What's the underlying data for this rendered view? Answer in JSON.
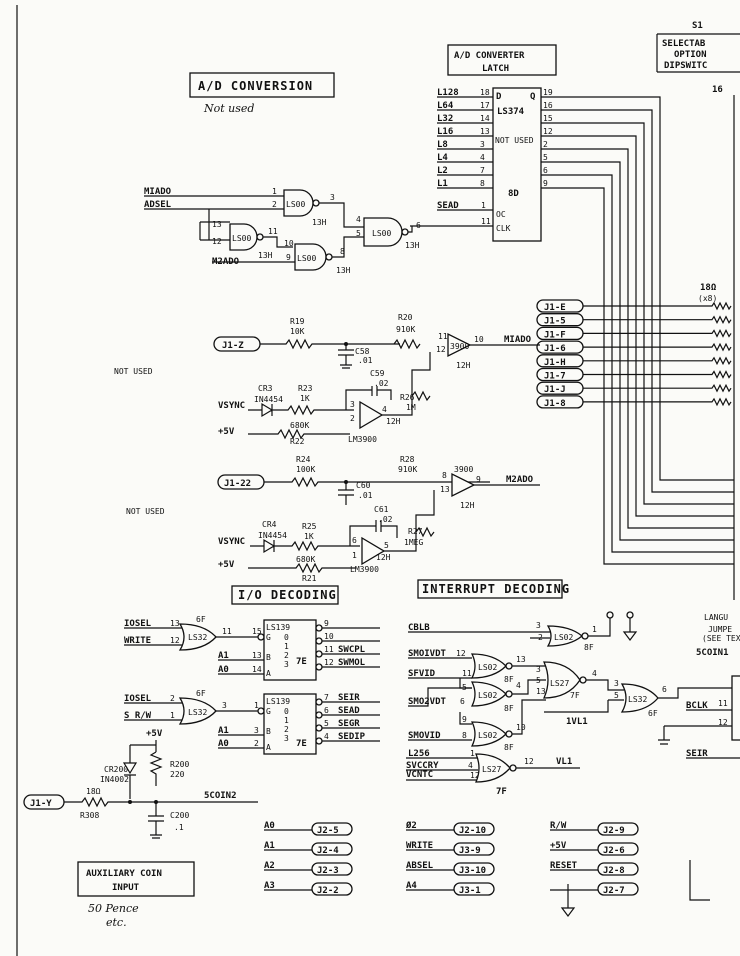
{
  "header": {
    "s1": "S1",
    "selectable": [
      "SELECTAB",
      "OPTION",
      "DIPSWITC"
    ],
    "pin16": "16"
  },
  "ad_conversion": {
    "title": "A/D CONVERSION",
    "note": "Not used"
  },
  "latch": {
    "title": [
      "A/D CONVERTER",
      "LATCH"
    ],
    "chip": "LS374",
    "ref": "8D",
    "d_label": "D",
    "q_label": "Q",
    "not_used": "NOT USED",
    "oc": "OC",
    "clk": "CLK",
    "inputs": [
      {
        "net": "L128",
        "pin": "18"
      },
      {
        "net": "L64",
        "pin": "17"
      },
      {
        "net": "L32",
        "pin": "14"
      },
      {
        "net": "L16",
        "pin": "13"
      },
      {
        "net": "L8",
        "pin": "3"
      },
      {
        "net": "L4",
        "pin": "4"
      },
      {
        "net": "L2",
        "pin": "7"
      },
      {
        "net": "L1",
        "pin": "8"
      }
    ],
    "outputs": [
      "19",
      "16",
      "15",
      "12",
      "2",
      "5",
      "6",
      "9"
    ],
    "sead": "SEAD",
    "pin1": "1",
    "pin11": "11"
  },
  "nand_logic": {
    "miado": "MIADO",
    "adsel": "ADSEL",
    "m2ado": "M2ADO",
    "chip": "LS00",
    "ref": "13H",
    "pins": [
      "1",
      "2",
      "3",
      "13",
      "12",
      "11",
      "10",
      "9",
      "8",
      "4",
      "5",
      "6"
    ]
  },
  "connectors_right": [
    "J1-E",
    "J1-5",
    "J1-F",
    "J1-6",
    "J1-H",
    "J1-7",
    "J1-J",
    "J1-8"
  ],
  "resistor_pack": {
    "value": "18Ω",
    "count": "(x8)"
  },
  "circuit1": {
    "input": "J1-Z",
    "r19": "R19",
    "r19v": "10K",
    "r20": "R20",
    "r20v": "910K",
    "c58": "C58",
    "c58v": ".01",
    "amp": "3900",
    "ref": "12H",
    "out": "MIADO",
    "pin11": "11",
    "pin12": "12",
    "pin10": "10",
    "note": "NOT USED",
    "cr3": "CR3",
    "diode": "IN4454",
    "r23": "R23",
    "r23v": "1K",
    "c59": "C59",
    "c59v": ".02",
    "vsync": "VSYNC",
    "plus5": "+5V",
    "r22": "R22",
    "r22v": "680K",
    "r26": "R26",
    "r26v": "1M",
    "lm": "LM3900",
    "ref2": "12H",
    "pin3": "3",
    "pin2": "2",
    "pin4": "4"
  },
  "circuit2": {
    "input": "J1-22",
    "r24": "R24",
    "r24v": "100K",
    "r28": "R28",
    "r28v": "910K",
    "c60": "C60",
    "c60v": ".01",
    "amp": "3900",
    "ref": "12H",
    "out": "M2ADO",
    "pin8": "8",
    "pin13": "13",
    "pin9": "9",
    "note": "NOT USED",
    "cr4": "CR4",
    "diode": "IN4454",
    "r25": "R25",
    "r25v": "1K",
    "c61": "C61",
    "c61v": ".02",
    "vsync": "VSYNC",
    "plus5": "+5V",
    "r21": "R21",
    "r21v": "680K",
    "r27": "R27",
    "r27v": "1MEG",
    "lm": "LM3900",
    "ref2": "12H",
    "pin6": "6",
    "pin1": "1",
    "pin5": "5"
  },
  "io_decoding": {
    "title": "I/O DECODING",
    "gate1": {
      "in1": "IOSEL",
      "p1": "13",
      "in2": "WRITE",
      "p2": "12",
      "chip": "LS32",
      "ref": "6F",
      "out": "11"
    },
    "gate2": {
      "in1": "IOSEL",
      "p1": "2",
      "in2": "S R/W",
      "p2": "1",
      "chip": "LS32",
      "ref": "6F",
      "out": "3"
    },
    "dec1": {
      "chip": "LS139",
      "ref": "7E",
      "g": "G",
      "p15": "15",
      "a1": "A1",
      "p13": "13",
      "a0": "A0",
      "p14": "14",
      "b": "B",
      "a": "A",
      "nums": [
        "0",
        "1",
        "2",
        "3"
      ],
      "outs": [
        {
          "pin": "9",
          "name": ""
        },
        {
          "pin": "10",
          "name": ""
        },
        {
          "pin": "11",
          "name": "SWCPL"
        },
        {
          "pin": "12",
          "name": "SWMOL"
        }
      ]
    },
    "dec2": {
      "chip": "LS139",
      "ref": "7E",
      "g": "G",
      "p1": "1",
      "a1": "A1",
      "p3": "3",
      "a0": "A0",
      "p2": "2",
      "b": "B",
      "a": "A",
      "nums": [
        "0",
        "1",
        "2",
        "3"
      ],
      "outs": [
        {
          "pin": "7",
          "name": "SEIR"
        },
        {
          "pin": "6",
          "name": "SEAD"
        },
        {
          "pin": "5",
          "name": "SEGR"
        },
        {
          "pin": "4",
          "name": "SEDIP"
        }
      ]
    }
  },
  "coin": {
    "plus5": "+5V",
    "cr200": "CR200",
    "diode": "IN4002",
    "r200": "R200",
    "r200v": "220",
    "j1y": "J1-Y",
    "r308v": "18Ω",
    "r308": "R308",
    "out": "5COIN2",
    "c200": "C200",
    "c200v": ".1",
    "box": [
      "AUXILIARY COIN",
      "INPUT"
    ],
    "note": [
      "50 Pence",
      "etc."
    ]
  },
  "interrupt": {
    "title": "INTERRUPT DECODING",
    "cblb": "CBLB",
    "smoivdt": "SMOIVDT",
    "sfvid": "SFVID",
    "smo2vdt": "SMO2VDT",
    "smovid": "SMOVID",
    "l256": "L256",
    "svccry": "SVCCRY",
    "vcntc": "VCNTC",
    "ls02": "LS02",
    "ls27": "LS27",
    "ls32": "LS32",
    "ref8f": "8F",
    "ref7f": "7F",
    "ref6f": "6F",
    "vl1": "VL1",
    "vl1b": "1VL1",
    "bclk": "BCLK",
    "seir": "SEIR",
    "pins": [
      "3",
      "2",
      "1",
      "12",
      "13",
      "11",
      "5",
      "4",
      "3",
      "13",
      "6",
      "5",
      "4",
      "6",
      "9",
      "10",
      "8",
      "1",
      "3",
      "4",
      "5",
      "12",
      "6",
      "12",
      "11",
      "9",
      "8",
      "10",
      "2",
      "1"
    ]
  },
  "right_edge": {
    "lang": "LANGU",
    "jump": "JUMPE",
    "see": "(SEE TEX",
    "coin1": "5COIN1",
    "p12": "12",
    "p11": "11"
  },
  "bottom_connectors": [
    {
      "signal": "A0",
      "conn": "J2-5"
    },
    {
      "signal": "A1",
      "conn": "J2-4"
    },
    {
      "signal": "A2",
      "conn": "J2-3"
    },
    {
      "signal": "A3",
      "conn": "J2-2"
    },
    {
      "signal": "Ø2",
      "conn": "J2-10"
    },
    {
      "signal": "WRITE",
      "conn": "J3-9"
    },
    {
      "signal": "ABSEL",
      "conn": "J3-10"
    },
    {
      "signal": "A4",
      "conn": "J3-1"
    },
    {
      "signal": "R/W",
      "conn": "J2-9"
    },
    {
      "signal": "+5V",
      "conn": "J2-6"
    },
    {
      "signal": "RESET",
      "conn": "J2-8"
    },
    {
      "signal": "",
      "conn": "J2-7"
    }
  ]
}
